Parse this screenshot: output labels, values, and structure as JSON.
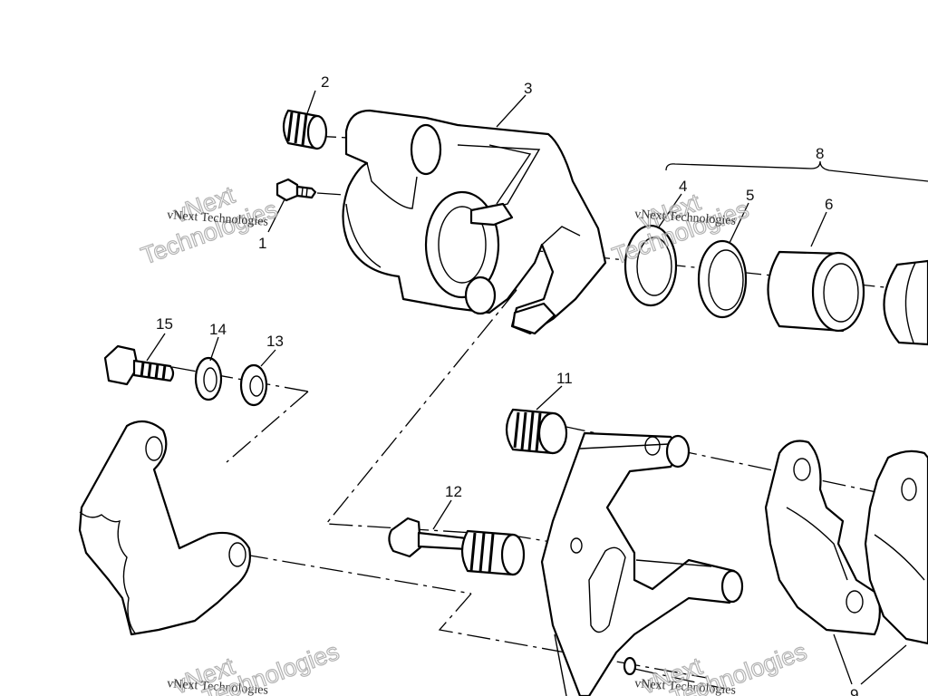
{
  "callouts": {
    "p1": "1",
    "p2": "2",
    "p3": "3",
    "p4": "4",
    "p5": "5",
    "p6": "6",
    "p8": "8",
    "p11": "11",
    "p12": "12",
    "p13": "13",
    "p14": "14",
    "p15": "15",
    "p9": "9"
  },
  "watermark": {
    "small": "vNext Technologies",
    "big_line1": "vNext",
    "big_line2": "Technologies"
  }
}
